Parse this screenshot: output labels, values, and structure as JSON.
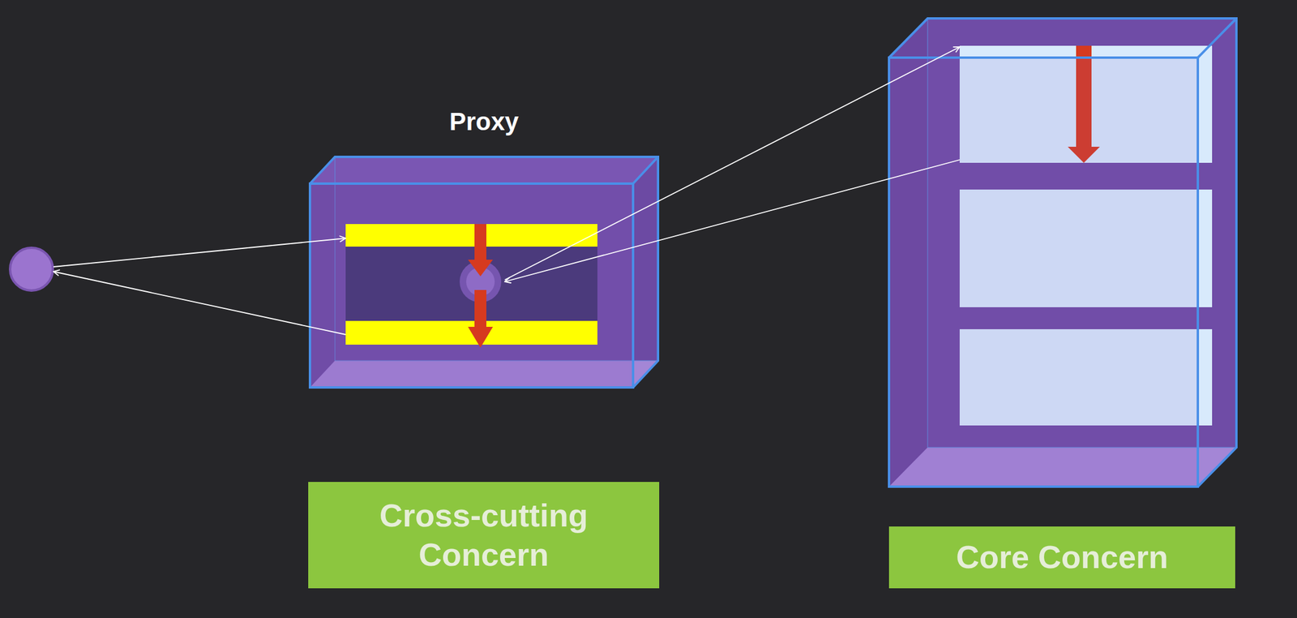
{
  "diagram": {
    "nodes": [
      {
        "text": [
          "Proxy"
        ]
      },
      {
        "text": [
          "Cross-cutting Concern"
        ]
      },
      {
        "text": [
          "Core Concern"
        ]
      }
    ]
  }
}
